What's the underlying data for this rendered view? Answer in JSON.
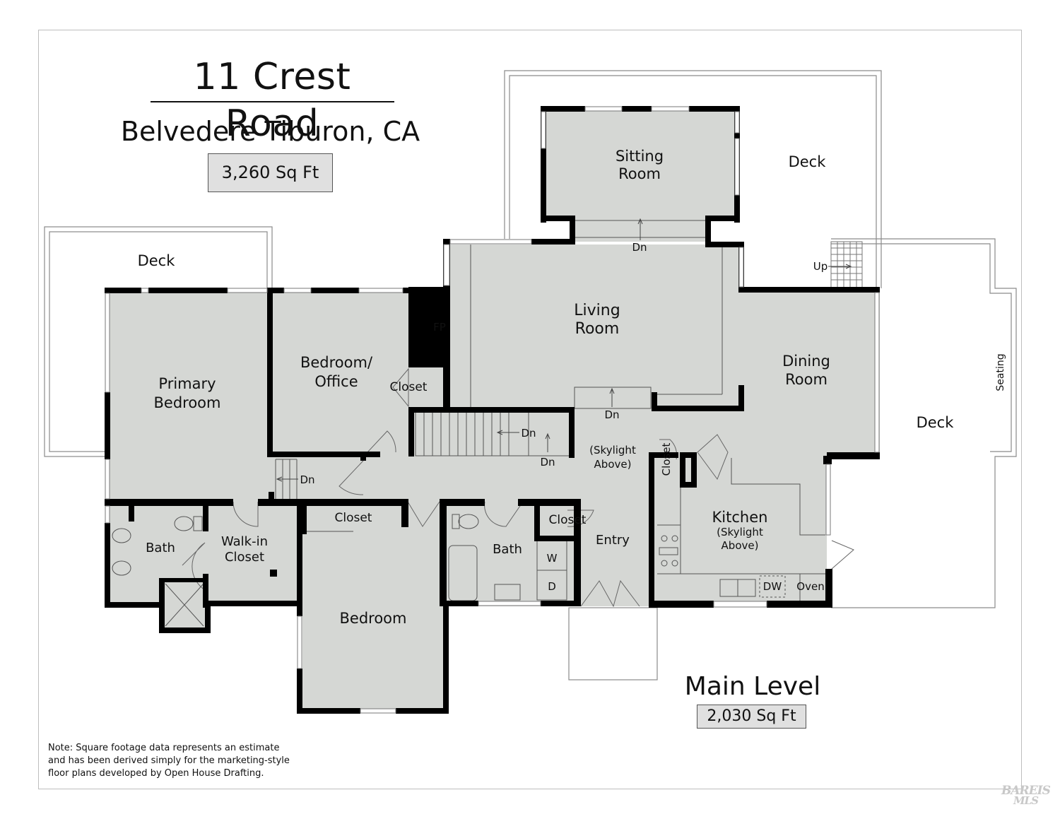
{
  "header": {
    "address": "11 Crest Road",
    "city": "Belvedere Tiburon, CA",
    "total_area": "3,260 Sq Ft"
  },
  "level": {
    "name": "Main Level",
    "area": "2,030 Sq Ft"
  },
  "note": {
    "line1": "Note: Square footage data represents an estimate",
    "line2": "and has been derived simply for the marketing-style",
    "line3": "floor plans developed by Open House Drafting."
  },
  "watermark": {
    "line1": "BAREIS",
    "line2": "MLS"
  },
  "rooms": {
    "sitting_1": "Sitting",
    "sitting_2": "Room",
    "deck_top": "Deck",
    "deck_left": "Deck",
    "deck_right": "Deck",
    "seating": "Seating",
    "living_1": "Living",
    "living_2": "Room",
    "dining_1": "Dining",
    "dining_2": "Room",
    "primary_1": "Primary",
    "primary_2": "Bedroom",
    "office_1": "Bedroom/",
    "office_2": "Office",
    "closet_office": "Closet",
    "fireplace": "FP",
    "skylight_1": "(Skylight",
    "skylight_2": "Above)",
    "closet_vertical": "Closet",
    "kitchen": "Kitchen",
    "kitchen_sky_1": "(Skylight",
    "kitchen_sky_2": "Above)",
    "bath_primary": "Bath",
    "walkin_1": "Walk-in",
    "walkin_2": "Closet",
    "closet_bedroom": "Closet",
    "bath_hall": "Bath",
    "closet_entry": "Closet",
    "entry": "Entry",
    "bedroom": "Bedroom",
    "washer": "W",
    "dryer": "D",
    "dishwasher": "DW",
    "oven": "Oven"
  },
  "stairs": {
    "dn_sitting": "Dn",
    "up_deck": "Up",
    "dn_living": "Dn",
    "dn_stair": "Dn",
    "dn_stair_2": "Dn",
    "dn_hall": "Dn"
  },
  "colors": {
    "room_fill": "#d5d7d4",
    "wall": "#000000",
    "outline": "#8a8a8a"
  }
}
